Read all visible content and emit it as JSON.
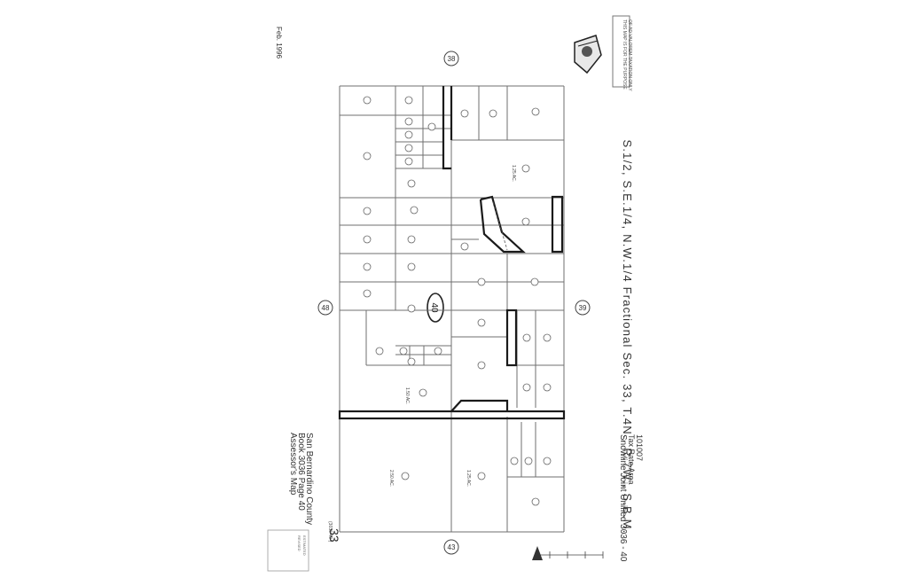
{
  "map": {
    "title": "S.1/2, S.E.1/4, N.W.1/4 Fractional Sec. 33, T.4N., R.7W., S.B.M.",
    "tax_rate_area_line1": "Snowline Joint Unified 3036 - 40",
    "tax_rate_area_line2": "Tax Rate Area",
    "tax_rate_area_line3": "101007",
    "assessor_line1": "Assessor's Map",
    "assessor_line2": "Book 3036 Page 40",
    "assessor_line3": "San Bernardino County",
    "date_stamp": "Feb. 1996",
    "disclaimer_line1": "THIS MAP IS FOR THE PURPOSE",
    "disclaimer_line2": "OF AD VALOREM TAXATION ONLY",
    "page_number": "40",
    "adjacent_top": "38",
    "adjacent_bottom": "39",
    "adjacent_left": "48",
    "adjacent_right": "43",
    "acreage_1": "1.25 AC.",
    "acreage_2": "2.50 AC.",
    "acreage_3": "1.25 AC.",
    "acreage_4": "1.50 AC.",
    "revision_line1": "REVISED",
    "revision_line2": "ESTIMATED",
    "scale_note": "(3036-40-)",
    "section_number": "33",
    "logo": "seal-icon",
    "colors": {
      "line": "#6f6f6f",
      "heavy": "#1a1a1a",
      "text": "#333333"
    }
  }
}
